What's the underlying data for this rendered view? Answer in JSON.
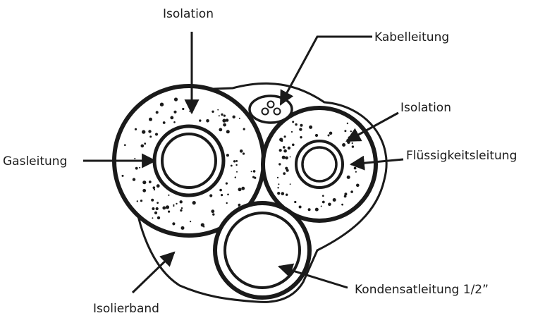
{
  "labels": {
    "isolation_top": "Isolation",
    "kabelleitung": "Kabelleitung",
    "isolation_right": "Isolation",
    "gasleitung": "Gasleitung",
    "fluessigkeitsleitung": "Flüssigkeitsleitung",
    "isolierband": "Isolierband",
    "kondensatleitung": "Kondensatleitung 1/2”"
  },
  "colors": {
    "ink": "#1a1a1a",
    "background": "#ffffff"
  }
}
